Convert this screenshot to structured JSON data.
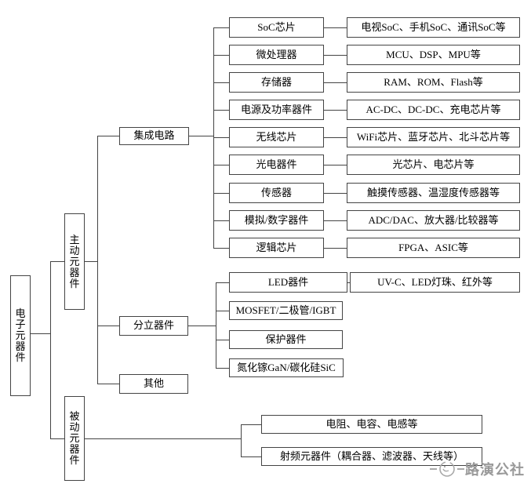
{
  "diagram": {
    "root": {
      "label": "电子元器件"
    },
    "active": {
      "label": "主动元器件",
      "children": [
        {
          "label": "集成电路",
          "children": [
            {
              "label": "SoC芯片",
              "detail": "电视SoC、手机SoC、通讯SoC等"
            },
            {
              "label": "微处理器",
              "detail": "MCU、DSP、MPU等"
            },
            {
              "label": "存储器",
              "detail": "RAM、ROM、Flash等"
            },
            {
              "label": "电源及功率器件",
              "detail": "AC-DC、DC-DC、充电芯片等"
            },
            {
              "label": "无线芯片",
              "detail": "WiFi芯片、蓝牙芯片、北斗芯片等"
            },
            {
              "label": "光电器件",
              "detail": "光芯片、电芯片等"
            },
            {
              "label": "传感器",
              "detail": "触摸传感器、温湿度传感器等"
            },
            {
              "label": "模拟/数字器件",
              "detail": "ADC/DAC、放大器/比较器等"
            },
            {
              "label": "逻辑芯片",
              "detail": "FPGA、ASIC等"
            }
          ]
        },
        {
          "label": "分立器件",
          "children": [
            {
              "label": "LED器件",
              "detail": "UV-C、LED灯珠、红外等"
            },
            {
              "label": "MOSFET/二极管/IGBT"
            },
            {
              "label": "保护器件"
            },
            {
              "label": "氮化镓GaN/碳化硅SiC"
            }
          ]
        },
        {
          "label": "其他"
        }
      ]
    },
    "passive": {
      "label": "被动元器件",
      "children": [
        {
          "label": "电阻、电容、电感等"
        },
        {
          "label": "射频元器件（耦合器、滤波器、天线等）"
        }
      ]
    },
    "watermark": {
      "text": "路演公社"
    },
    "colors": {
      "line": "#444444",
      "watermark": "#999999",
      "background": "#ffffff"
    }
  }
}
